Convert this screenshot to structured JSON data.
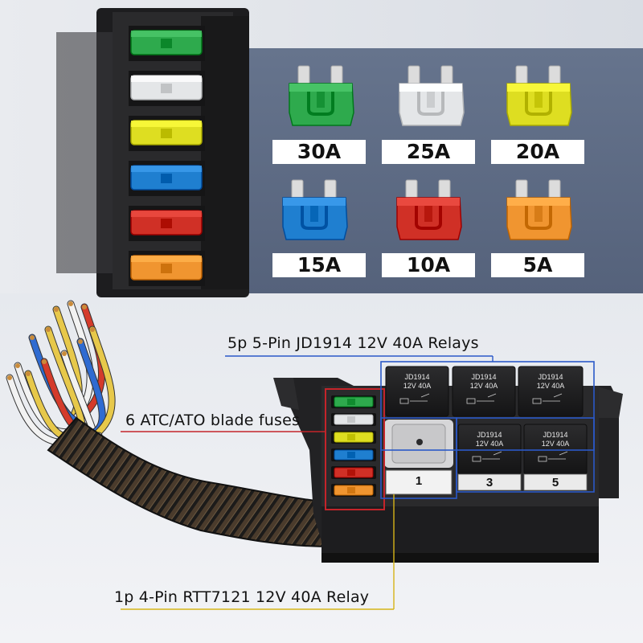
{
  "fuse_grid": [
    {
      "rating": "30A",
      "color": "#2eaa4d"
    },
    {
      "rating": "25A",
      "color": "#e4e6e8"
    },
    {
      "rating": "20A",
      "color": "#dede21"
    },
    {
      "rating": "15A",
      "color": "#1f7fd0"
    },
    {
      "rating": "10A",
      "color": "#d03026"
    },
    {
      "rating": "5A",
      "color": "#f09530"
    }
  ],
  "callouts": {
    "relays_5pin": "5p 5-Pin JD1914 12V 40A Relays",
    "blade_fuses": "6 ATC/ATO blade fuses",
    "relay_4pin": "1p 4-Pin RTT7121 12V 40A Relay"
  },
  "relays": [
    {
      "model": "JD1914",
      "spec": "12V 40A",
      "number": ""
    },
    {
      "model": "JD1914",
      "spec": "12V 40A",
      "number": ""
    },
    {
      "model": "JD1914",
      "spec": "12V 40A",
      "number": ""
    },
    {
      "model": "JD1914",
      "spec": "12V 40A",
      "number": "3"
    },
    {
      "model": "JD1914",
      "spec": "12V 40A",
      "number": "5"
    }
  ],
  "small_relay_number": "1",
  "colors": {
    "callout_red": "#c4242a",
    "callout_blue": "#2a59c8",
    "callout_yellow": "#d6b418",
    "panel_blue": "#5f6d86"
  }
}
